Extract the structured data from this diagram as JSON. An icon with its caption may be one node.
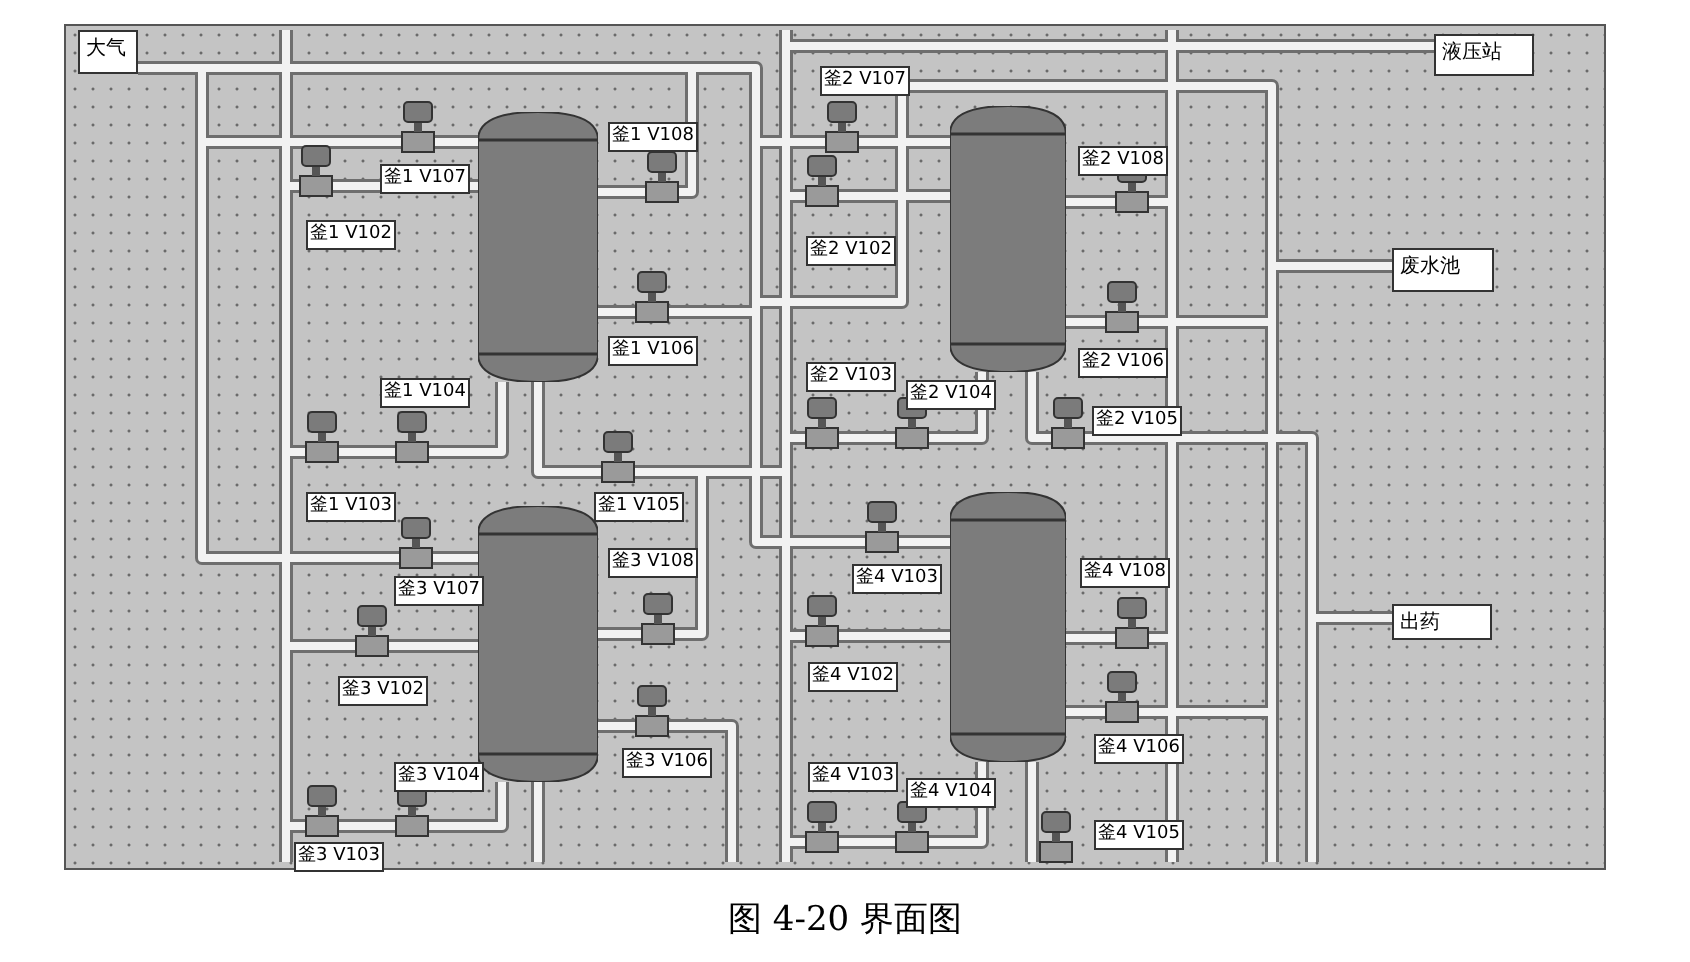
{
  "diagram": {
    "caption": "图 4-20 界面图",
    "nodes": [
      {
        "text": [
          "大气"
        ]
      },
      {
        "text": [],
        "shape": "cylinder"
      },
      {
        "text": [
          "液压站"
        ]
      },
      {
        "text": [],
        "shape": "cylinder"
      },
      {
        "text": [
          "废水池"
        ]
      },
      {
        "text": [],
        "shape": "cylinder"
      },
      {
        "text": [],
        "shape": "cylinder"
      },
      {
        "text": [
          "出药"
        ]
      }
    ],
    "labels": [
      "釜2 V107",
      "釜1 V108",
      "釜2 V108",
      "釜1 V107",
      "釜1 V102",
      "釜2 V102",
      "釜1 V106",
      "釜2 V106",
      "釜2 V103",
      "釜1 V104",
      "釜2 V104",
      "釜2 V105",
      "釜1 V103",
      "釜1 V105",
      "釜3 V108",
      "釜4 V103",
      "釜4 V108",
      "釜3 V107",
      "釜4 V102",
      "釜3 V102",
      "釜4 V106",
      "釜3 V106",
      "釜3 V104",
      "釜4 V103",
      "釜4 V104",
      "釜4 V105",
      "釜3 V103"
    ]
  }
}
